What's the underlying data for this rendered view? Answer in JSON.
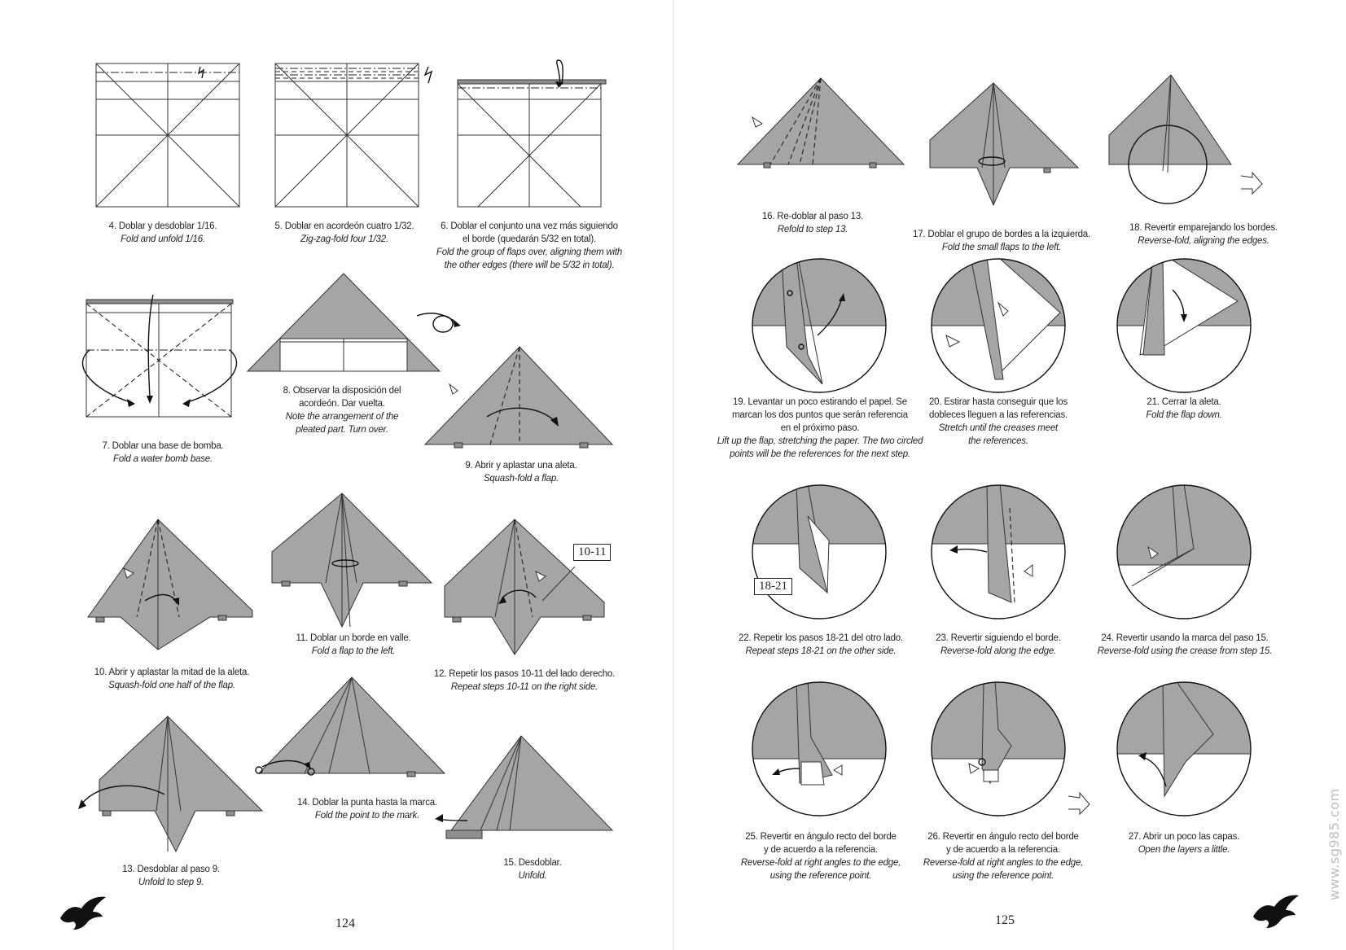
{
  "pages": {
    "left_number": "124",
    "right_number": "125"
  },
  "steps": {
    "s4": {
      "es": "4. Doblar y desdoblar 1/16.",
      "en": "Fold and unfold 1/16."
    },
    "s5": {
      "es": "5. Doblar en acordeón cuatro 1/32.",
      "en": "Zig-zag-fold four 1/32."
    },
    "s6": {
      "es1": "6. Doblar el conjunto una vez más siguiendo",
      "es2": "el borde (quedarán 5/32 en total).",
      "en1": "Fold the group of flaps over, aligning them with",
      "en2": "the other edges (there will be 5/32 in total)."
    },
    "s7": {
      "es": "7. Doblar una base de bomba.",
      "en": "Fold a water bomb base."
    },
    "s8": {
      "es1": "8. Observar la disposición del",
      "es2": "acordeón. Dar vuelta.",
      "en1": "Note the arrangement of the",
      "en2": "pleated part. Turn over."
    },
    "s9": {
      "es": "9. Abrir y aplastar una aleta.",
      "en": "Squash-fold a flap."
    },
    "s10": {
      "es": "10. Abrir y aplastar la mitad de la aleta.",
      "en": "Squash-fold one half of the flap."
    },
    "s11": {
      "es": "11. Doblar un borde en valle.",
      "en": "Fold a flap to the left."
    },
    "s12": {
      "es": "12. Repetir los pasos 10-11 del lado derecho.",
      "en": "Repeat steps 10-11 on the right side."
    },
    "s13": {
      "es": "13. Desdoblar al paso 9.",
      "en": "Unfold to step 9."
    },
    "s14": {
      "es": "14. Doblar la punta hasta la marca.",
      "en": "Fold the point to the mark."
    },
    "s15": {
      "es": "15. Desdoblar.",
      "en": "Unfold."
    },
    "s16": {
      "es": "16. Re-doblar al paso 13.",
      "en": "Refold to step 13."
    },
    "s17": {
      "es": "17. Doblar el grupo de bordes a la izquierda.",
      "en": "Fold the small flaps to the left."
    },
    "s18": {
      "es": "18. Revertir emparejando los bordes.",
      "en": "Reverse-fold, aligning the edges."
    },
    "s19": {
      "es1": "19. Levantar un poco estirando el papel. Se",
      "es2": "marcan los dos puntos que serán referencia",
      "es3": "en el próximo paso.",
      "en1": "Lift up the flap, stretching the paper. The two circled",
      "en2": "points will be the references for the next step."
    },
    "s20": {
      "es1": "20. Estirar hasta conseguir que los",
      "es2": "dobleces lleguen a las referencias.",
      "en1": "Stretch until the creases meet",
      "en2": "the references."
    },
    "s21": {
      "es": "21. Cerrar la aleta.",
      "en": "Fold the flap down."
    },
    "s22": {
      "es": "22. Repetir los pasos 18-21 del otro lado.",
      "en": "Repeat steps 18-21 on the other side."
    },
    "s23": {
      "es": "23. Revertir siguiendo el borde.",
      "en": "Reverse-fold along the edge."
    },
    "s24": {
      "es": "24. Revertir usando la marca del paso 15.",
      "en": "Reverse-fold using the crease from step 15."
    },
    "s25": {
      "es1": "25. Revertir en ángulo recto del borde",
      "es2": "y de acuerdo a la referencia.",
      "en1": "Reverse-fold at right angles to the edge,",
      "en2": "using the reference point."
    },
    "s26": {
      "es1": "26. Revertir en ángulo recto del borde",
      "es2": "y de acuerdo a la referencia.",
      "en1": "Reverse-fold at right angles to the edge,",
      "en2": "using the reference point."
    },
    "s27": {
      "es": "27. Abrir un poco las capas.",
      "en": "Open the layers a little."
    }
  },
  "labels": {
    "ref_10_11": "10-11",
    "ref_18_21": "18-21"
  },
  "watermark": "www.sg985.com",
  "icons": {
    "eagle_logo": "eagle-silhouette-icon"
  },
  "colors": {
    "paper_grey": "#a5a5a5",
    "ink": "#222222"
  }
}
